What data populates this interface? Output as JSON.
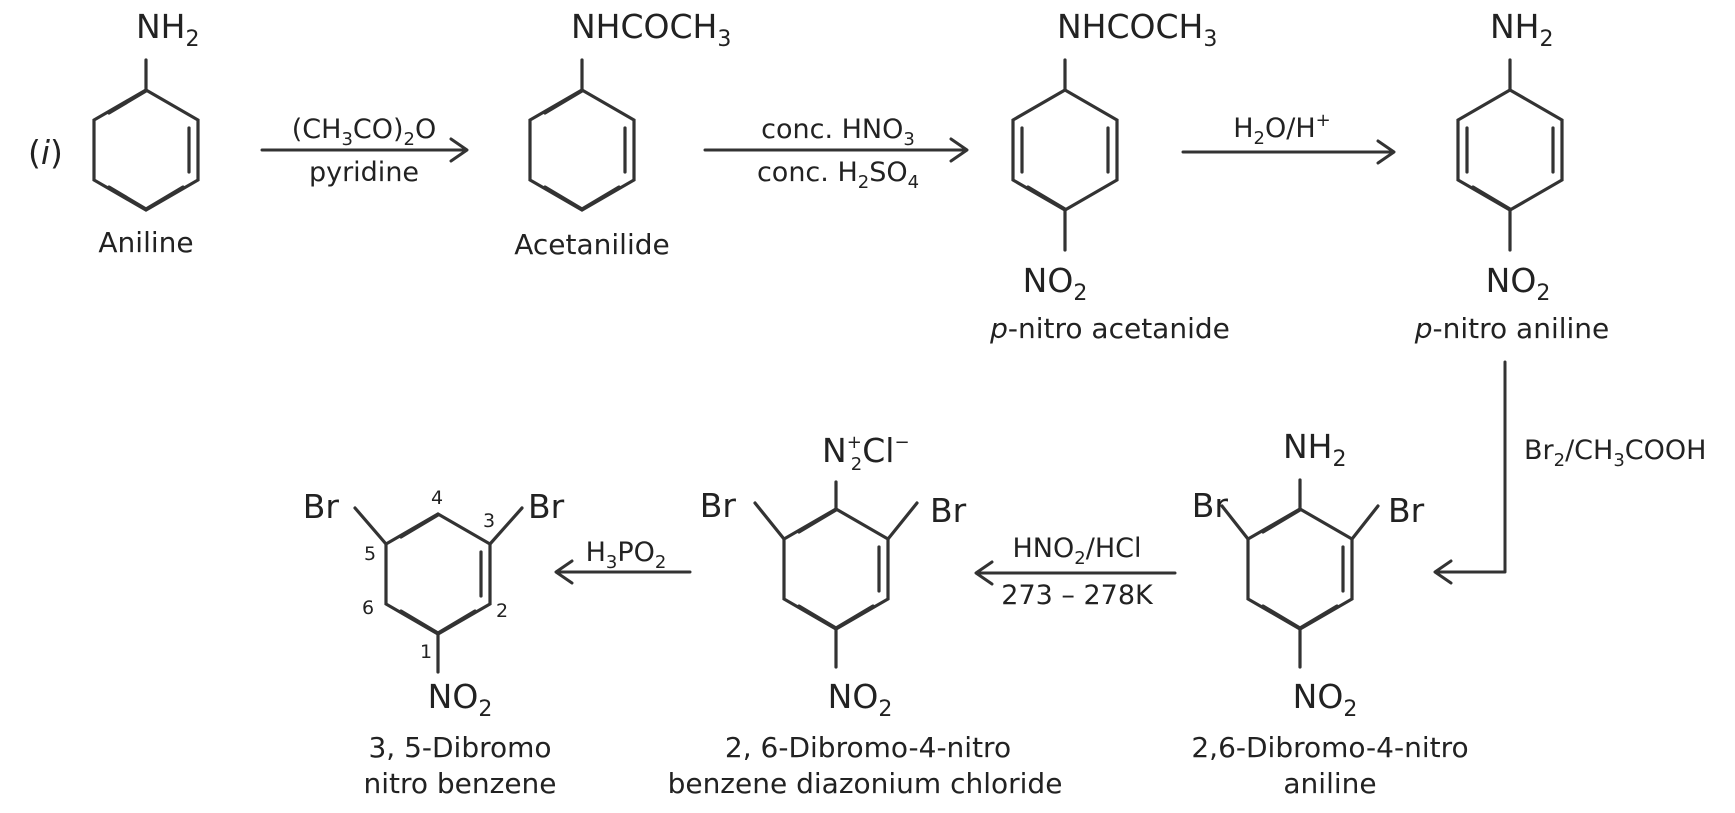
{
  "part_label": "i",
  "molecules": {
    "aniline": {
      "substituent": "NH2",
      "name": "Aniline"
    },
    "acetanilide": {
      "substituent": "NHCOCH3",
      "name": "Acetanilide"
    },
    "p_nitro_acetanilide": {
      "top": "NHCOCH3",
      "bottom": "NO2",
      "name_prefix": "p",
      "name_rest": "-nitro acetanide"
    },
    "p_nitro_aniline": {
      "top": "NH2",
      "bottom": "NO2",
      "name_prefix": "p",
      "name_rest": "-nitro aniline"
    },
    "dibromo_nitroaniline": {
      "top": "NH2",
      "left": "Br",
      "right": "Br",
      "bottom": "NO2",
      "name_line1": "2,6-Dibromo-4-nitro",
      "name_line2": "aniline"
    },
    "diazonium": {
      "top": "N2+Cl−",
      "left": "Br",
      "right": "Br",
      "bottom": "NO2",
      "name_line1": "2, 6-Dibromo-4-nitro",
      "name_line2": "benzene diazonium chloride"
    },
    "dibromonitrobenzene": {
      "left": "Br",
      "right": "Br",
      "bottom": "NO2",
      "ring_numbers": [
        "1",
        "2",
        "3",
        "4",
        "5",
        "6"
      ],
      "name_line1": "3, 5-Dibromo",
      "name_line2": "nitro benzene"
    }
  },
  "reagents": {
    "step1_above": "(CH3CO)2O",
    "step1_below": "pyridine",
    "step2_above": "conc. HNO3",
    "step2_below": "conc. H2SO4",
    "step3_above": "H2O/H+",
    "step4": "Br2/CH3COOH",
    "step5_above": "HNO2/HCl",
    "step5_below": "273 – 278K",
    "step6_above": "H3PO2"
  }
}
